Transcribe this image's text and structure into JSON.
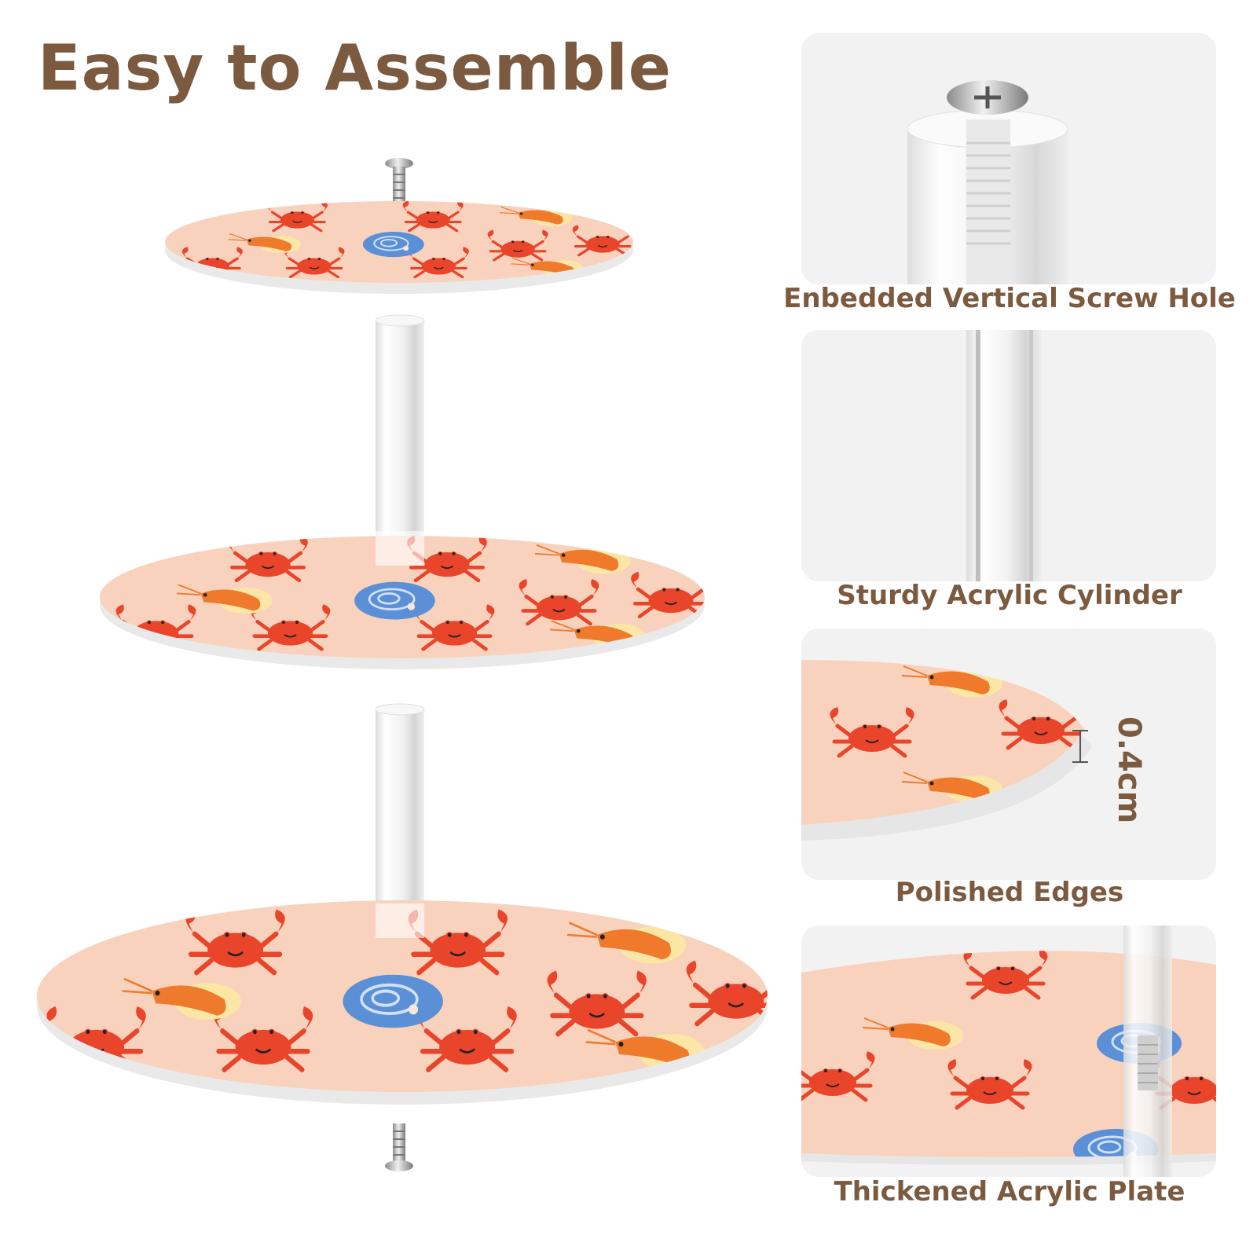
{
  "title": "Easy to Assemble",
  "features": [
    {
      "caption": "Enbedded Vertical Screw Hole",
      "image": "screw-in-acrylic-cylinder"
    },
    {
      "caption": "Sturdy Acrylic Cylinder",
      "image": "acrylic-cylinder"
    },
    {
      "caption": "Polished Edges",
      "image": "plate-edge-closeup",
      "dimension": "0.4cm"
    },
    {
      "caption": "Thickened Acrylic Plate",
      "image": "plate-with-cylinder-closeup"
    }
  ],
  "colors": {
    "title": "#7b5a40",
    "plate": "#f9d2bd",
    "crab": "#e8452b",
    "shell": "#5b8fd6",
    "shrimp": "#f07a2c",
    "panel_bg": "#f2f2f2"
  }
}
